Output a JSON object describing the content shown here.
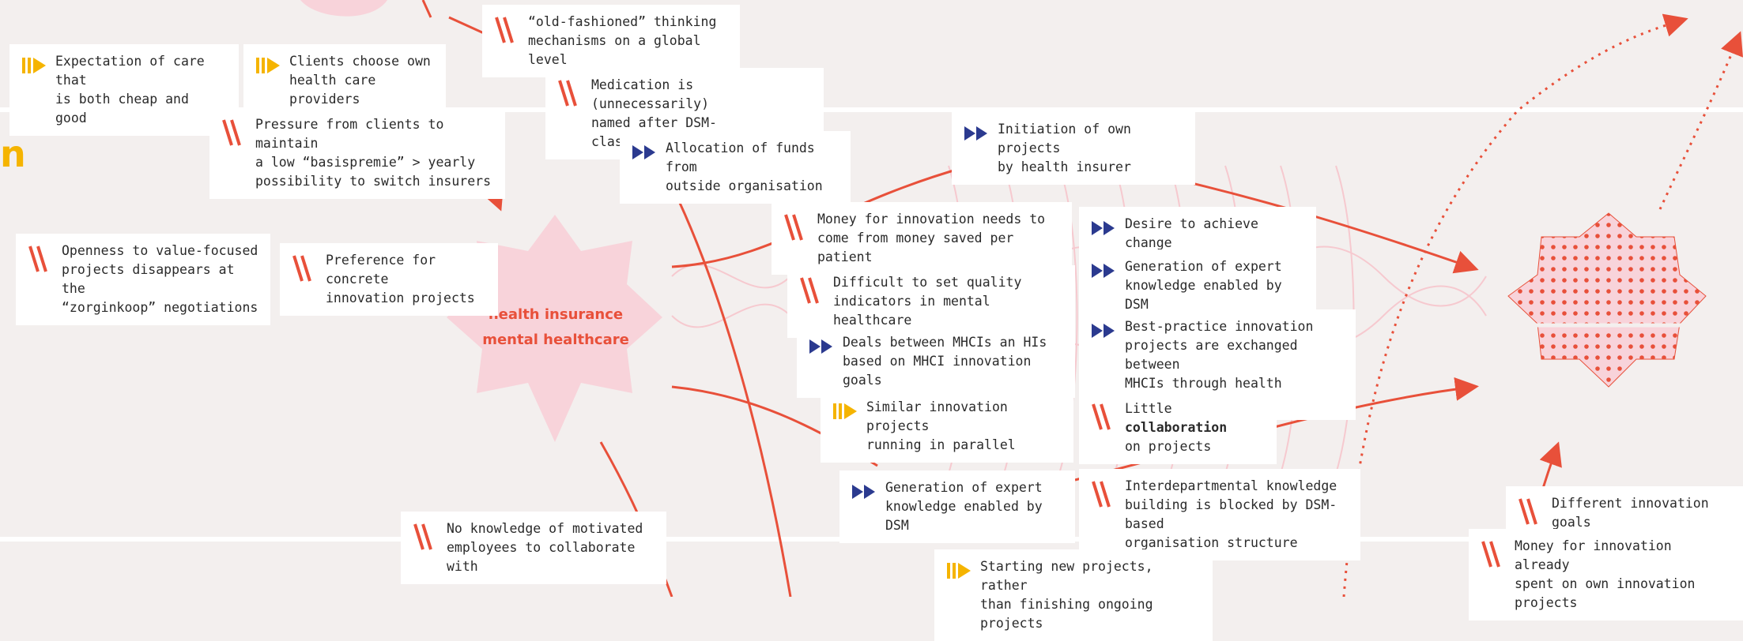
{
  "colors": {
    "background": "#f3efee",
    "red": "#e8503a",
    "navy": "#2b3a8f",
    "yellow": "#f5b400",
    "pink": "#f8d3da"
  },
  "partial_heading": "n",
  "hub": {
    "line1": "health insurance",
    "line2": "mental healthcare"
  },
  "cards": [
    {
      "id": "expectation-care",
      "icon": "yellow-pause-play-icon",
      "text": "Expectation of care that\nis both cheap and good"
    },
    {
      "id": "clients-choose",
      "icon": "yellow-pause-play-icon",
      "text": "Clients choose own\nhealth care providers"
    },
    {
      "id": "old-fashioned",
      "icon": "red-slash-icon",
      "text": "“old-fashioned” thinking\nmechanisms on a global level"
    },
    {
      "id": "medication",
      "icon": "red-slash-icon",
      "text": "Medication is (unnecessarily)\nnamed after DSM-classifications"
    },
    {
      "id": "pressure-clients",
      "icon": "red-slash-icon",
      "text": "Pressure from clients to maintain\na low “basispremie” > yearly\npossibility to switch insurers"
    },
    {
      "id": "allocation-funds",
      "icon": "navy-fast-forward-icon",
      "text": "Allocation of funds from\noutside organisation"
    },
    {
      "id": "initiation-projects",
      "icon": "navy-fast-forward-icon",
      "text": "Initiation of own projects\nby health insurer"
    },
    {
      "id": "openness",
      "icon": "red-slash-icon",
      "text": "Openness to value-focused\nprojects disappears at the\n“zorginkoop” negotiations"
    },
    {
      "id": "preference",
      "icon": "red-slash-icon",
      "text": "Preference for concrete\ninnovation projects"
    },
    {
      "id": "money-innovation",
      "icon": "red-slash-icon",
      "text": "Money for innovation needs to\ncome from money saved per patient"
    },
    {
      "id": "desire-change",
      "icon": "navy-fast-forward-icon",
      "text": "Desire to achieve change"
    },
    {
      "id": "difficult-quality",
      "icon": "red-slash-icon",
      "text": "Difficult to set quality\nindicators in mental healthcare"
    },
    {
      "id": "generation-expert-1",
      "icon": "navy-fast-forward-icon",
      "text": "Generation of expert\nknowledge enabled by DSM"
    },
    {
      "id": "deals",
      "icon": "navy-fast-forward-icon",
      "text": "Deals between MHCIs an HIs\nbased on MHCI innovation goals"
    },
    {
      "id": "best-practice",
      "icon": "navy-fast-forward-icon",
      "text": "Best-practice innovation\nprojects are exchanged between\nMHCIs through health insurers"
    },
    {
      "id": "similar-projects",
      "icon": "yellow-pause-play-icon",
      "text": "Similar innovation projects\nrunning in parallel"
    },
    {
      "id": "little-collab",
      "icon": "red-slash-icon",
      "text": "Little ",
      "bold": "collaboration",
      "text2": "\non projects"
    },
    {
      "id": "generation-expert-2",
      "icon": "navy-fast-forward-icon",
      "text": "Generation of expert\nknowledge enabled by DSM"
    },
    {
      "id": "interdepartmental",
      "icon": "red-slash-icon",
      "text": "Interdepartmental knowledge\nbuilding is blocked by DSM-based\norganisation structure"
    },
    {
      "id": "no-knowledge",
      "icon": "red-slash-icon",
      "text": "No knowledge of motivated\nemployees to collaborate with"
    },
    {
      "id": "starting-new",
      "icon": "yellow-pause-play-icon",
      "text": "Starting new projects, rather\nthan finishing ongoing projects"
    },
    {
      "id": "different-goals",
      "icon": "red-slash-icon",
      "text": "Different innovation goals"
    },
    {
      "id": "money-spent",
      "icon": "red-slash-icon",
      "text": "Money for innovation already\nspent on own innovation projects"
    }
  ]
}
